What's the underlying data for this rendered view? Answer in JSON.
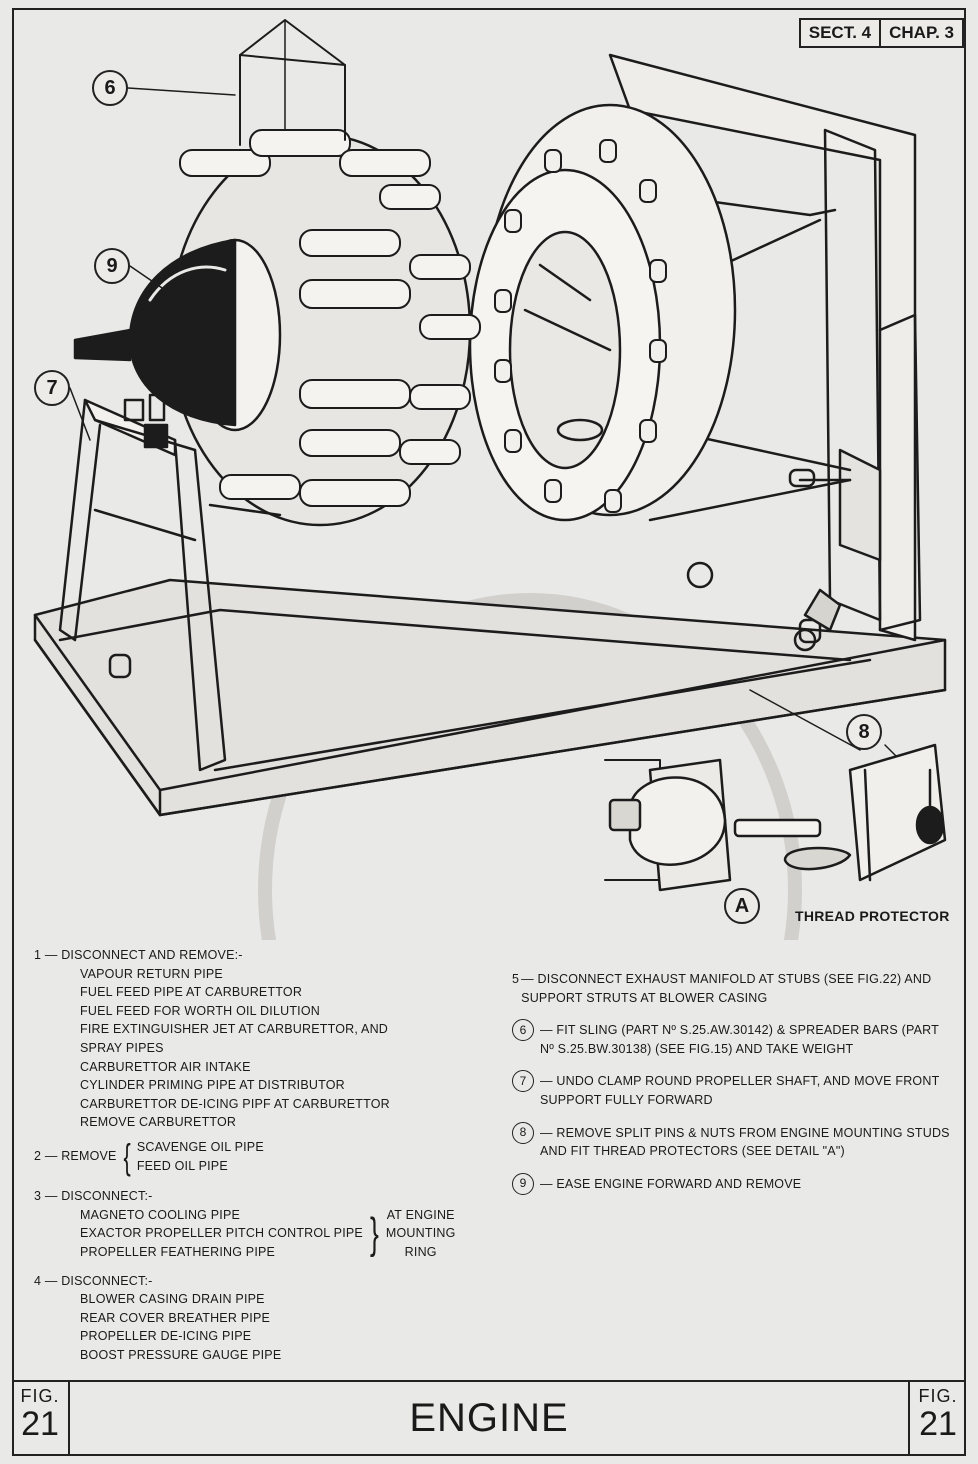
{
  "header": {
    "section": "SECT. 4",
    "chapter": "CHAP. 3"
  },
  "callouts": {
    "c6": "6",
    "c9": "9",
    "c7": "7",
    "c8": "8",
    "cA": "A"
  },
  "detail": {
    "thread_protector": "THREAD PROTECTOR"
  },
  "instructions": {
    "i1_head": "1 — DISCONNECT AND REMOVE:-",
    "i1_items": [
      "VAPOUR RETURN PIPE",
      "FUEL FEED PIPE AT CARBURETTOR",
      "FUEL FEED FOR WORTH OIL DILUTION",
      "FIRE EXTINGUISHER JET AT CARBURETTOR, AND",
      "SPRAY PIPES",
      "CARBURETTOR AIR INTAKE",
      "CYLINDER PRIMING PIPE AT DISTRIBUTOR",
      "CARBURETTOR DE-ICING PIPF AT CARBURETTOR",
      "REMOVE CARBURETTOR"
    ],
    "i2_head": "2 — REMOVE",
    "i2_items": [
      "SCAVENGE OIL PIPE",
      "FEED OIL PIPE"
    ],
    "i3_head": "3 — DISCONNECT:-",
    "i3_items": [
      "MAGNETO COOLING PIPE",
      "EXACTOR PROPELLER PITCH CONTROL PIPE",
      "PROPELLER FEATHERING PIPE"
    ],
    "i3_note": [
      "AT ENGINE",
      "MOUNTING",
      "RING"
    ],
    "i4_head": "4 — DISCONNECT:-",
    "i4_items": [
      "BLOWER CASING DRAIN PIPE",
      "REAR COVER BREATHER PIPE",
      "PROPELLER DE-ICING PIPE",
      "BOOST PRESSURE GAUGE PIPE"
    ],
    "i5_num": "5",
    "i5_text": "— DISCONNECT EXHAUST MANIFOLD AT STUBS (SEE FIG.22) AND SUPPORT STRUTS AT BLOWER CASING",
    "i6_num": "6",
    "i6_text": "— FIT SLING (PART Nº S.25.AW.30142) & SPREADER BARS (PART Nº S.25.BW.30138) (SEE FIG.15) AND TAKE WEIGHT",
    "i7_num": "7",
    "i7_text": "— UNDO CLAMP ROUND PROPELLER SHAFT, AND MOVE FRONT SUPPORT FULLY FORWARD",
    "i8_num": "8",
    "i8_text": "— REMOVE SPLIT PINS & NUTS FROM ENGINE MOUNTING STUDS AND FIT THREAD PROTECTORS (SEE DETAIL \"A\")",
    "i9_num": "9",
    "i9_text": "— EASE ENGINE FORWARD AND REMOVE"
  },
  "footer": {
    "fig_label": "FIG.",
    "fig_number": "21",
    "title": "ENGINE"
  }
}
